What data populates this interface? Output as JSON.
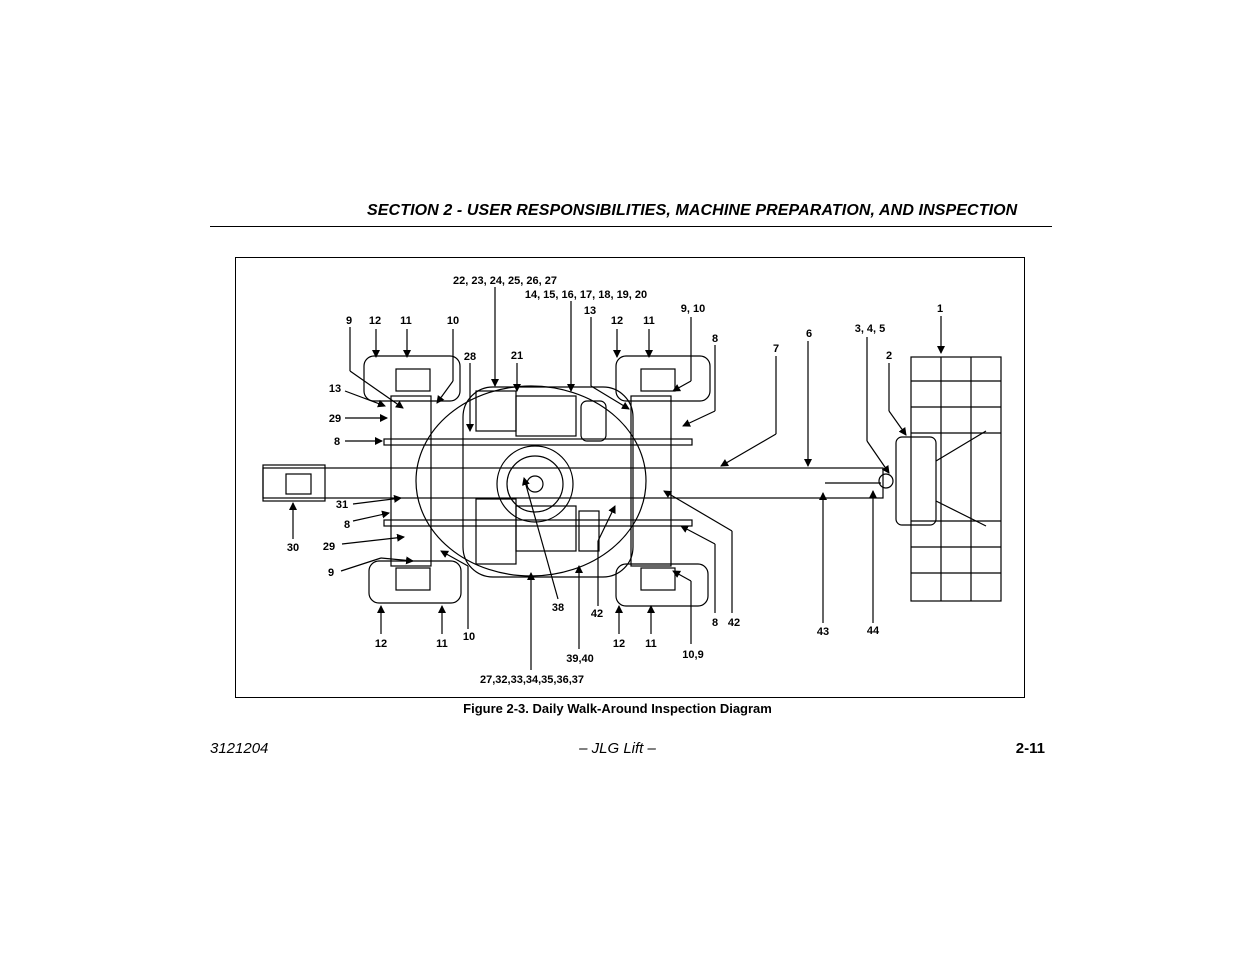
{
  "header": {
    "section_title": "SECTION 2 - USER RESPONSIBILITIES, MACHINE PREPARATION, AND INSPECTION"
  },
  "figure": {
    "caption": "Figure 2-3. Daily Walk-Around Inspection Diagram",
    "callouts": {
      "c22_27": "22, 23, 24, 25, 26, 27",
      "c14_20": "14, 15, 16, 17, 18, 19, 20",
      "c9_top_left": "9",
      "c12_top_left": "12",
      "c11_top_left": "11",
      "c10_top_left": "10",
      "c28": "28",
      "c21": "21",
      "c13_top_right": "13",
      "c12_top_right": "12",
      "c11_top_right": "11",
      "c9_10_top": "9, 10",
      "c8_top_right": "8",
      "c6": "6",
      "c7": "7",
      "c3_4_5": "3, 4, 5",
      "c1": "1",
      "c2": "2",
      "c13_left": "13",
      "c29_top": "29",
      "c8_left_top": "8",
      "c31": "31",
      "c8_left_bottom": "8",
      "c30": "30",
      "c29_bottom": "29",
      "c9_bottom_left": "9",
      "c12_bottom_left": "12",
      "c11_bottom_left": "11",
      "c10_bottom_left": "10",
      "c38": "38",
      "c42_mid": "42",
      "c12_bottom_right": "12",
      "c11_bottom_right": "11",
      "c8_bottom_right": "8",
      "c42_right": "42",
      "c43": "43",
      "c44": "44",
      "c10_9": "10,9",
      "c39_40": "39,40",
      "c27_37": "27,32,33,34,35,36,37"
    }
  },
  "footer": {
    "doc_number": "3121204",
    "center": "– JLG Lift –",
    "page_number": "2-11"
  }
}
